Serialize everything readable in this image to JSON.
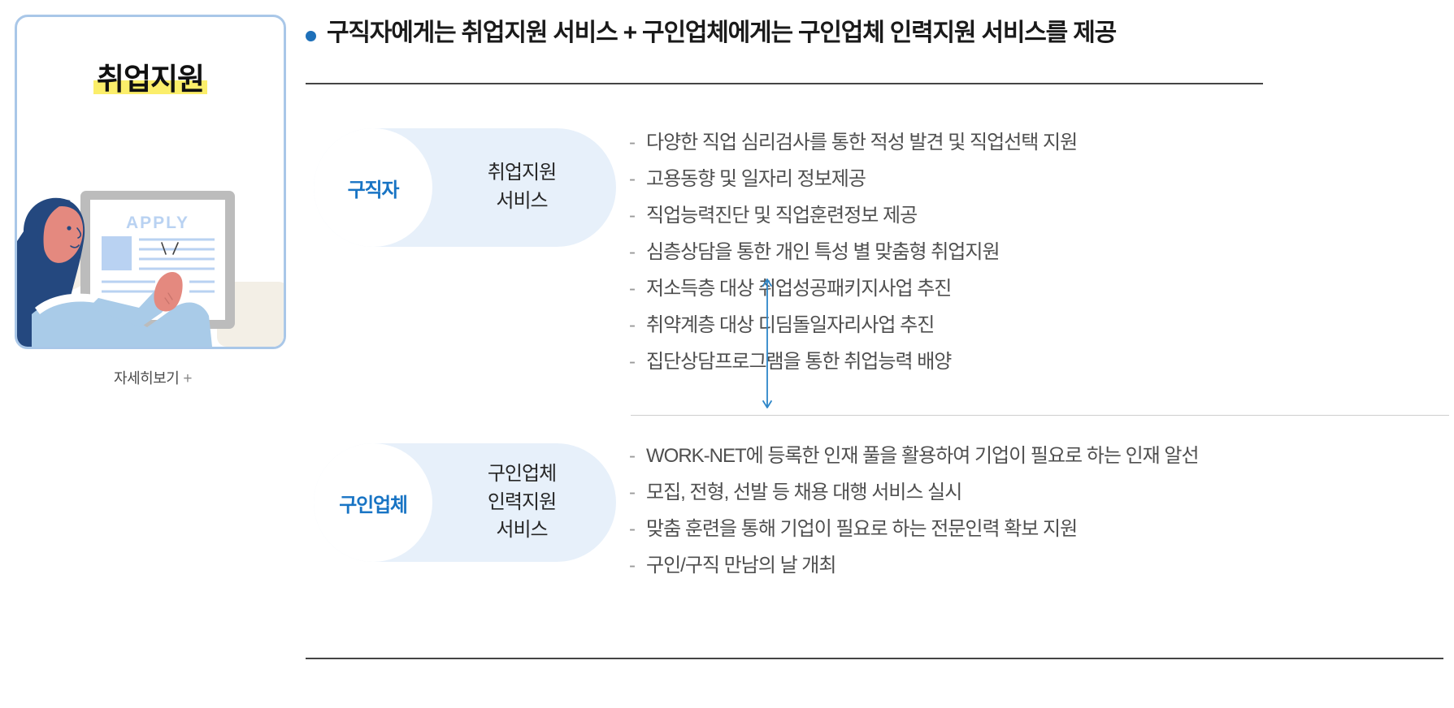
{
  "card": {
    "title": "취업지원",
    "illustration_text": "APPLY",
    "detail_link": "자세히보기",
    "detail_plus": "+"
  },
  "headline": {
    "bullet_icon": "bullet-dot-icon",
    "text": "구직자에게는 취업지원 서비스 + 구인업체에게는 구인업체 인력지원 서비스를 제공"
  },
  "sections": [
    {
      "badge": "구직자",
      "label": "취업지원\n서비스",
      "label_lines": [
        "취업지원",
        "서비스"
      ],
      "items": [
        "다양한 직업 심리검사를 통한 적성 발견 및 직업선택 지원",
        "고용동향 및 일자리 정보제공",
        "직업능력진단 및 직업훈련정보 제공",
        "심층상담을 통한 개인 특성 별 맞춤형 취업지원",
        "저소득층 대상 취업성공패키지사업 추진",
        "취약계층 대상 디딤돌일자리사업 추진",
        "집단상담프로그램을 통한 취업능력 배양"
      ]
    },
    {
      "badge": "구인업체",
      "label": "구인업체\n인력지원\n서비스",
      "label_lines": [
        "구인업체",
        "인력지원",
        "서비스"
      ],
      "items": [
        "WORK-NET에 등록한 인재 풀을 활용하여 기업이 필요로 하는 인재 알선",
        "모집, 전형, 선발 등 채용 대행 서비스 실시",
        "맞춤 훈련을 통해 기업이 필요로 하는 전문인력 확보 지원",
        "구인/구직 만남의 날 개최"
      ]
    }
  ],
  "connector": {
    "icon": "double-headed-vertical-arrow-icon"
  },
  "colors": {
    "accent_blue": "#1874c4",
    "headline_dot": "#1e70b9",
    "pill_bg": "#e7f0fa",
    "highlight_yellow": "#fbee6a",
    "card_border": "#a9c7e8",
    "body_text": "#4f4f4f"
  },
  "bullet_dash": "-"
}
